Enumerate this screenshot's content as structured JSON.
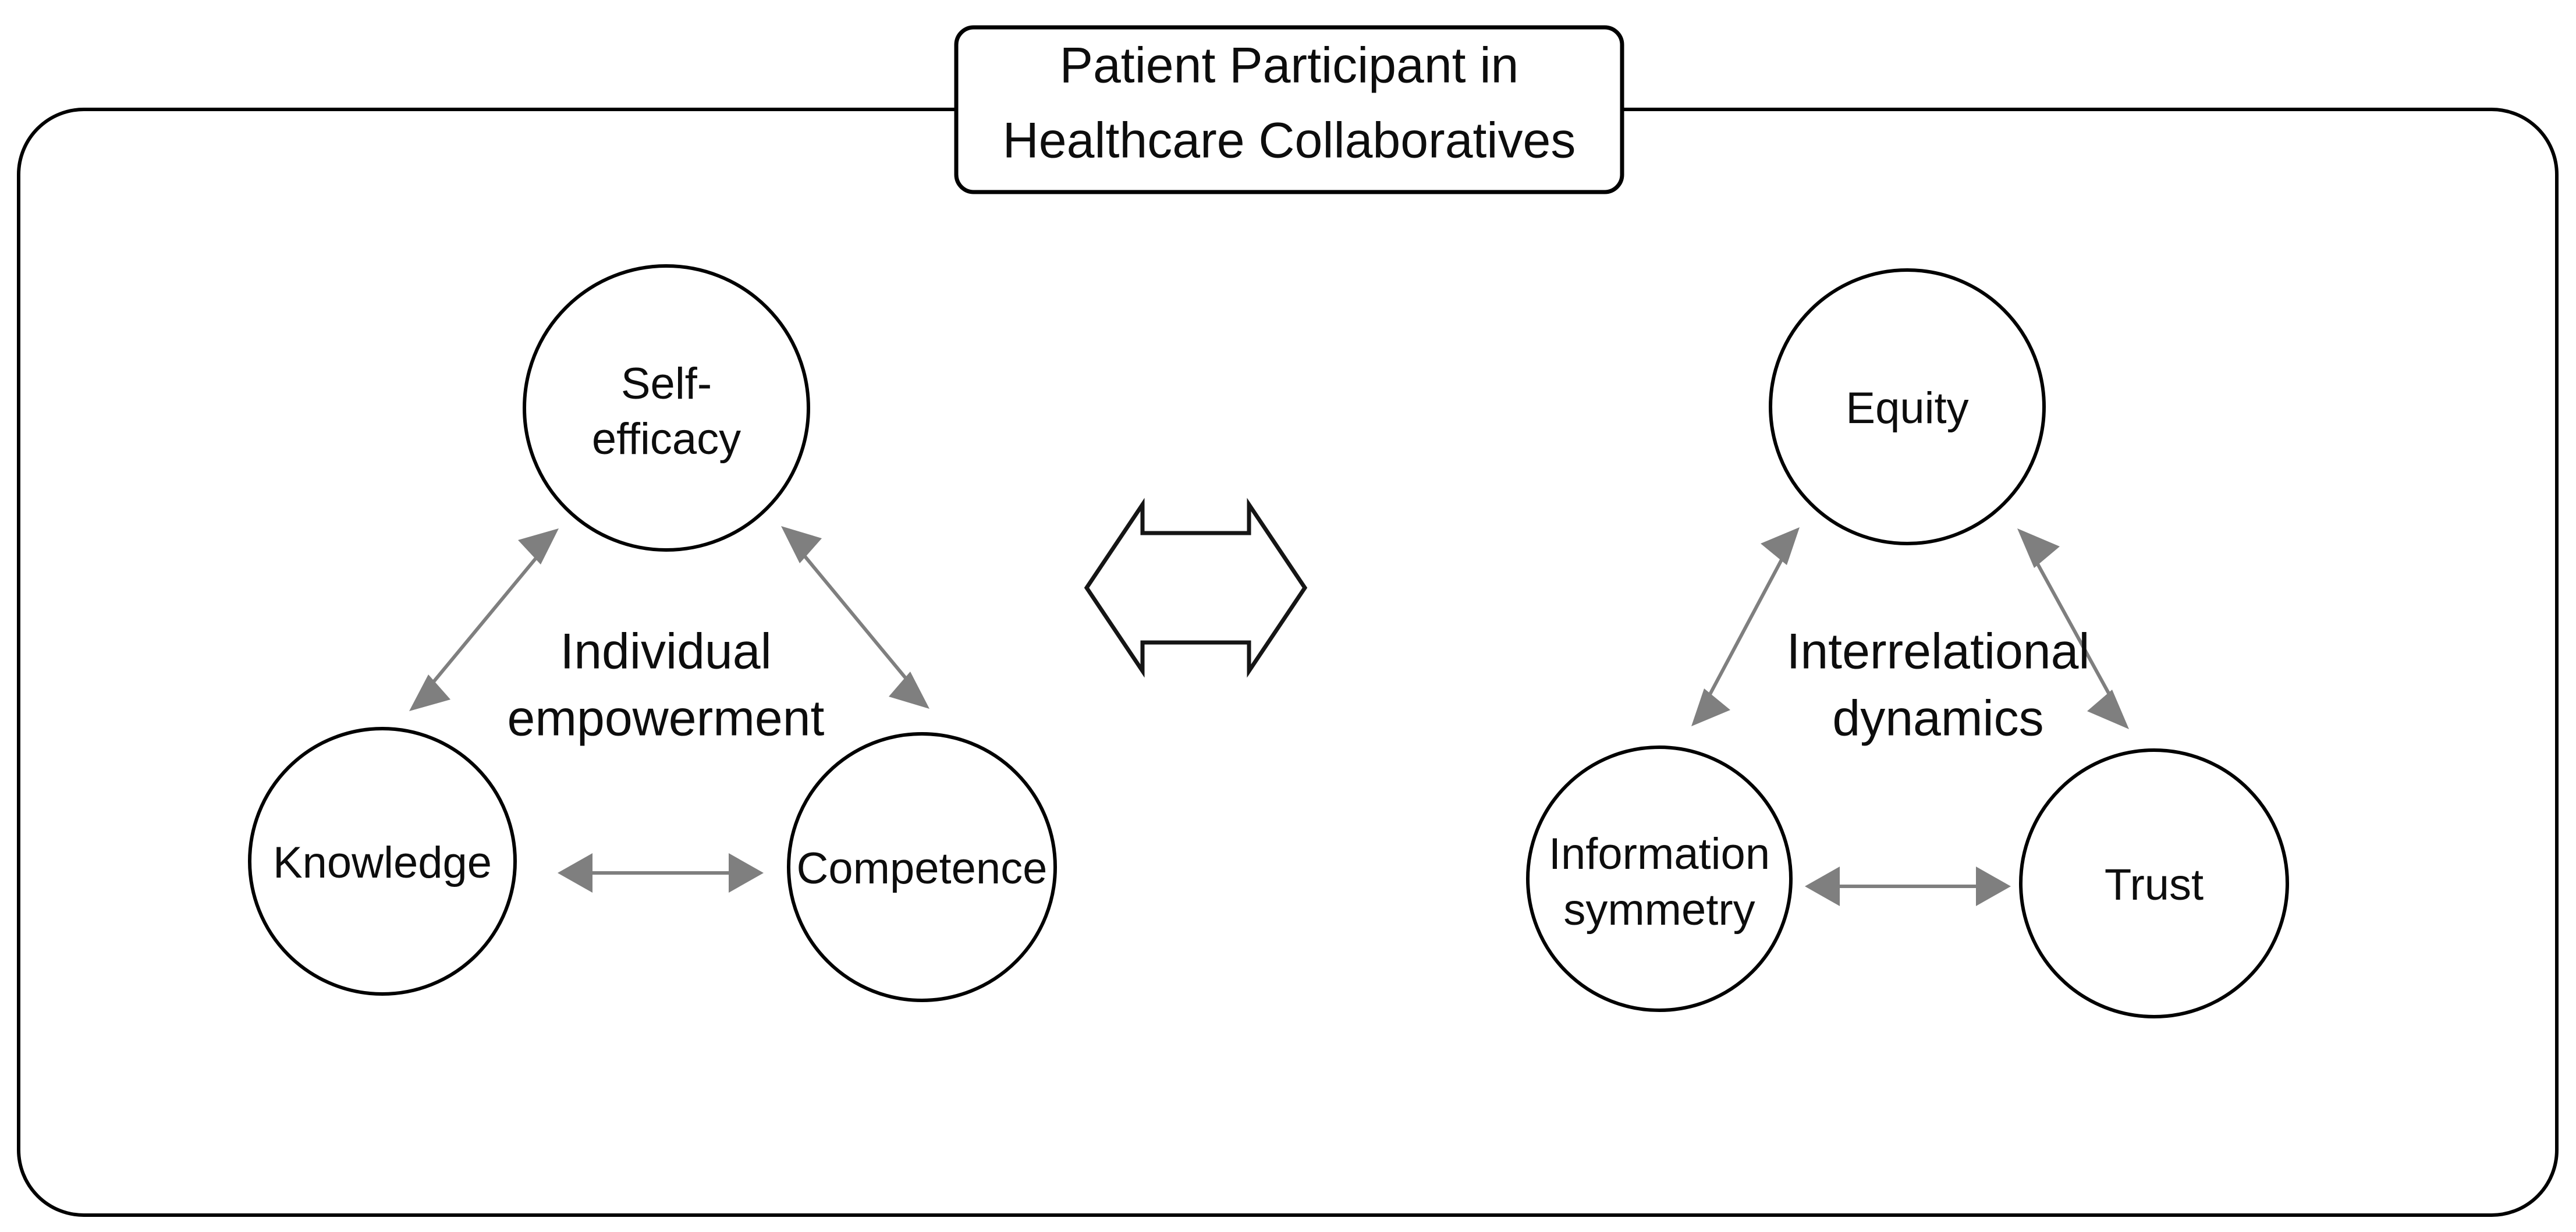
{
  "frame": {
    "title": {
      "line1": "Patient Participant in",
      "line2": "Healthcare Collaboratives"
    }
  },
  "colors": {
    "outline": "#000000",
    "connector": "#7f7f7f",
    "text": "#0d0d0d",
    "background": "#ffffff"
  },
  "clusters": [
    {
      "id": "individual-empowerment",
      "label_line1": "Individual",
      "label_line2": "empowerment",
      "nodes": [
        {
          "id": "self-efficacy",
          "line1": "Self-",
          "line2": "efficacy"
        },
        {
          "id": "knowledge",
          "line1": "Knowledge",
          "line2": ""
        },
        {
          "id": "competence",
          "line1": "Competence",
          "line2": ""
        }
      ]
    },
    {
      "id": "interrelational-dynamics",
      "label_line1": "Interrelational",
      "label_line2": "dynamics",
      "nodes": [
        {
          "id": "equity",
          "line1": "Equity",
          "line2": ""
        },
        {
          "id": "information-symmetry",
          "line1": "Information",
          "line2": "symmetry"
        },
        {
          "id": "trust",
          "line1": "Trust",
          "line2": ""
        }
      ]
    }
  ],
  "center_connector": {
    "type": "double-headed-block-arrow",
    "direction": "bidirectional"
  }
}
